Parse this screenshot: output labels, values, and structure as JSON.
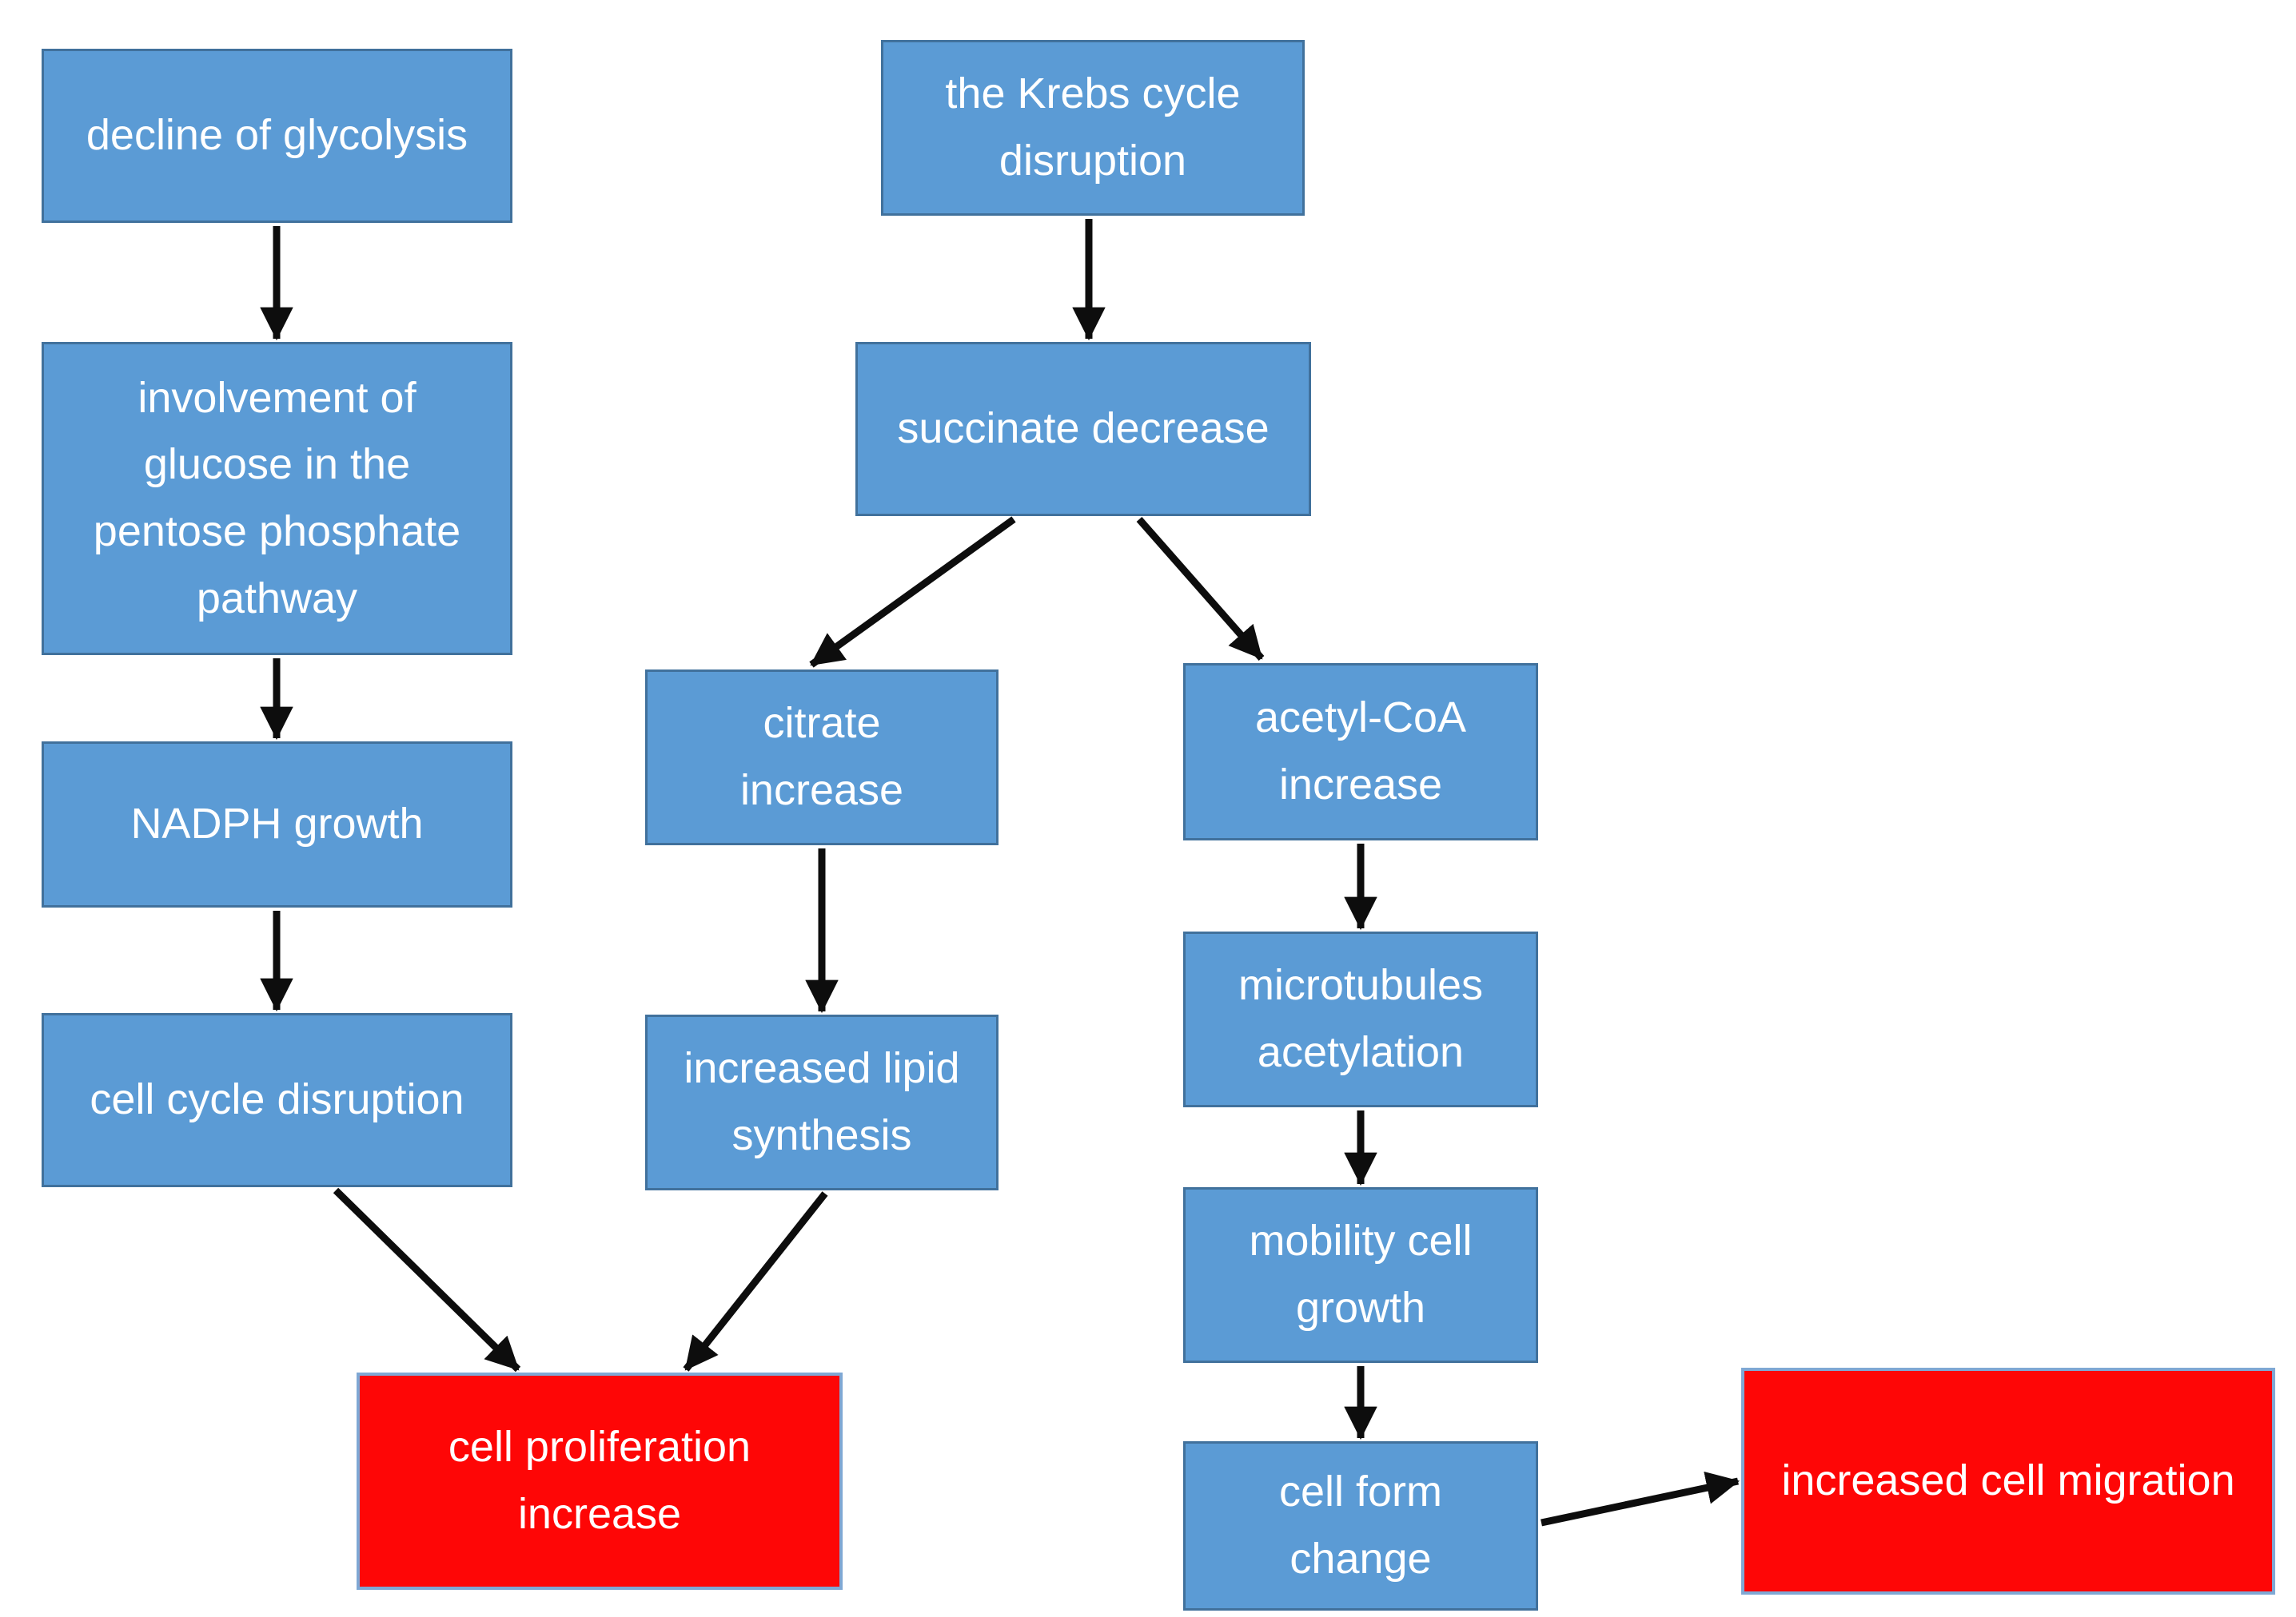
{
  "diagram": {
    "type": "flowchart",
    "background": "#ffffff",
    "colors": {
      "process_fill": "#5b9bd5",
      "process_border": "#41719c",
      "outcome_fill": "#fe0606",
      "outcome_border": "#7fa8d4",
      "arrow": "#0d0d0d",
      "text": "#ffffff"
    },
    "nodes": [
      {
        "id": "decline-glycolysis",
        "type": "process",
        "label": "decline of glycolysis"
      },
      {
        "id": "pentose-phosphate-pathway",
        "type": "process",
        "label": "involvement of\nglucose in the\npentose phosphate\npathway"
      },
      {
        "id": "nadph-growth",
        "type": "process",
        "label": "NADPH growth"
      },
      {
        "id": "cell-cycle-disruption",
        "type": "process",
        "label": "cell cycle disruption"
      },
      {
        "id": "krebs-cycle-disruption",
        "type": "process",
        "label": "the Krebs cycle\ndisruption"
      },
      {
        "id": "succinate-decrease",
        "type": "process",
        "label": "succinate decrease"
      },
      {
        "id": "citrate-increase",
        "type": "process",
        "label": "citrate\nincrease"
      },
      {
        "id": "acetyl-coa-increase",
        "type": "process",
        "label": "acetyl-CoA\nincrease"
      },
      {
        "id": "increased-lipid-synthesis",
        "type": "process",
        "label": "increased lipid\nsynthesis"
      },
      {
        "id": "microtubules-acetylation",
        "type": "process",
        "label": "microtubules\nacetylation"
      },
      {
        "id": "mobility-cell-growth",
        "type": "process",
        "label": "mobility cell\ngrowth"
      },
      {
        "id": "cell-form-change",
        "type": "process",
        "label": "cell form\nchange"
      },
      {
        "id": "cell-proliferation-increase",
        "type": "outcome",
        "label": "cell proliferation\nincrease"
      },
      {
        "id": "increased-cell-migration",
        "type": "outcome",
        "label": "increased cell migration"
      }
    ],
    "edges": [
      {
        "from": "decline-glycolysis",
        "to": "pentose-phosphate-pathway"
      },
      {
        "from": "pentose-phosphate-pathway",
        "to": "nadph-growth"
      },
      {
        "from": "nadph-growth",
        "to": "cell-cycle-disruption"
      },
      {
        "from": "cell-cycle-disruption",
        "to": "cell-proliferation-increase"
      },
      {
        "from": "krebs-cycle-disruption",
        "to": "succinate-decrease"
      },
      {
        "from": "succinate-decrease",
        "to": "citrate-increase"
      },
      {
        "from": "succinate-decrease",
        "to": "acetyl-coa-increase"
      },
      {
        "from": "citrate-increase",
        "to": "increased-lipid-synthesis"
      },
      {
        "from": "increased-lipid-synthesis",
        "to": "cell-proliferation-increase"
      },
      {
        "from": "acetyl-coa-increase",
        "to": "microtubules-acetylation"
      },
      {
        "from": "microtubules-acetylation",
        "to": "mobility-cell-growth"
      },
      {
        "from": "mobility-cell-growth",
        "to": "cell-form-change"
      },
      {
        "from": "cell-form-change",
        "to": "increased-cell-migration"
      }
    ]
  }
}
